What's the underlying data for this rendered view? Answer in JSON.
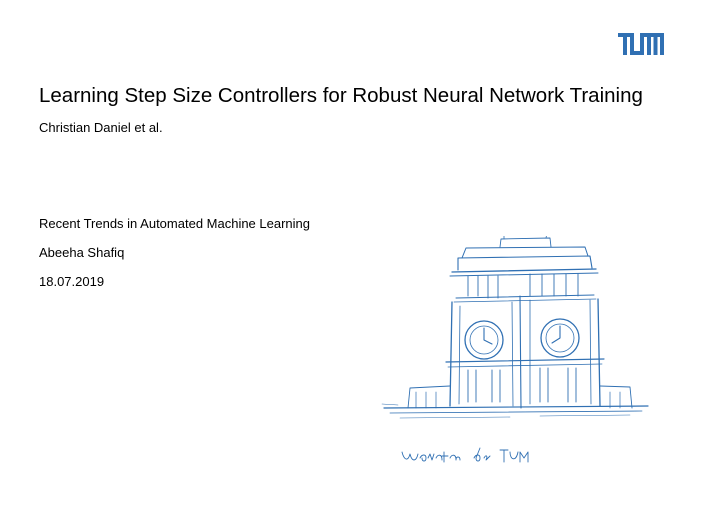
{
  "slide": {
    "title": "Learning Step Size Controllers for Robust Neural Network Training",
    "authors": "Christian Daniel et al.",
    "course": "Recent Trends in Automated Machine Learning",
    "presenter": "Abeeha Shafiq",
    "date": "18.07.2019"
  },
  "logo": {
    "icon": "tum-logo-icon",
    "color": "#3070b3"
  },
  "illustration": {
    "icon": "tum-clock-tower-sketch-icon",
    "caption": "Uhrenturm der TUM",
    "color": "#3070b3"
  }
}
